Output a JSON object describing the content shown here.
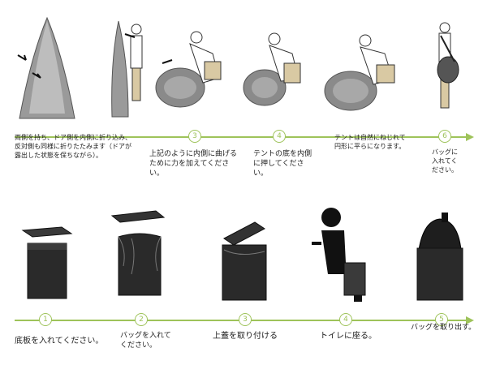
{
  "top_steps": [
    {
      "number": "",
      "caption": "両側を持ち、ドア側を内側に折り込み、反対側も同様に折りたたみます（ドアが露出した状態を保ちながら）。"
    },
    {
      "number": "",
      "caption": ""
    },
    {
      "number": "3",
      "caption": "上記のように内側に曲げるために力を加えてください。"
    },
    {
      "number": "4",
      "caption": "テントの底を内側に押してください。"
    },
    {
      "number": "",
      "caption": "テントは自然にねじれて円形に平らになります。"
    },
    {
      "number": "6",
      "caption": "バッグに入れてください。"
    }
  ],
  "bottom_steps": [
    {
      "number": "1",
      "caption": "底板を入れてください。"
    },
    {
      "number": "2",
      "caption": "バッグを入れてください。"
    },
    {
      "number": "3",
      "caption": "上蓋を取り付ける"
    },
    {
      "number": "4",
      "caption": "トイレに座る。"
    },
    {
      "number": "5",
      "caption": "バッグを取り出す。"
    }
  ],
  "colors": {
    "timeline": "#9ec35a",
    "tent": "#8c8c8c",
    "box": "#2a2a2a"
  }
}
